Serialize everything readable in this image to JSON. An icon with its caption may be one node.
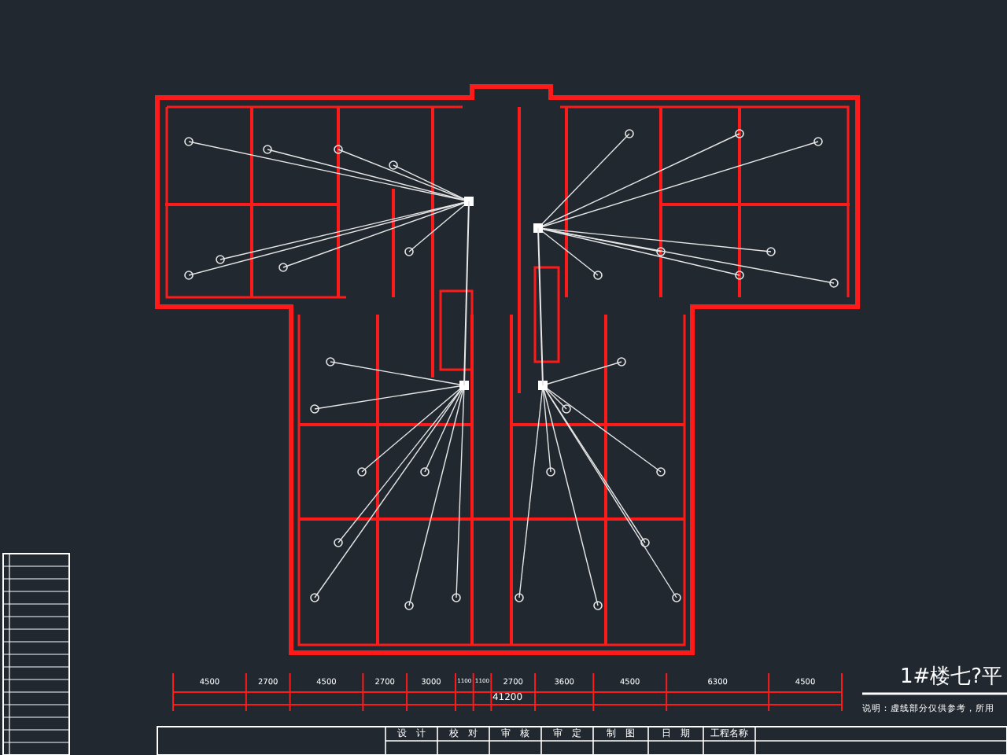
{
  "diagram": {
    "title": "1#楼七?平",
    "labels": [
      "4500",
      "2700",
      "4500",
      "2700",
      "3000",
      "1100",
      "1100",
      "2700",
      "3600",
      "4500",
      "6300",
      "4500",
      "41200",
      "说明：虚线部分仅供参考，所用",
      "设　计",
      "校　对",
      "审　核",
      "审　定",
      "制　图",
      "日　期",
      "工程名称"
    ]
  }
}
